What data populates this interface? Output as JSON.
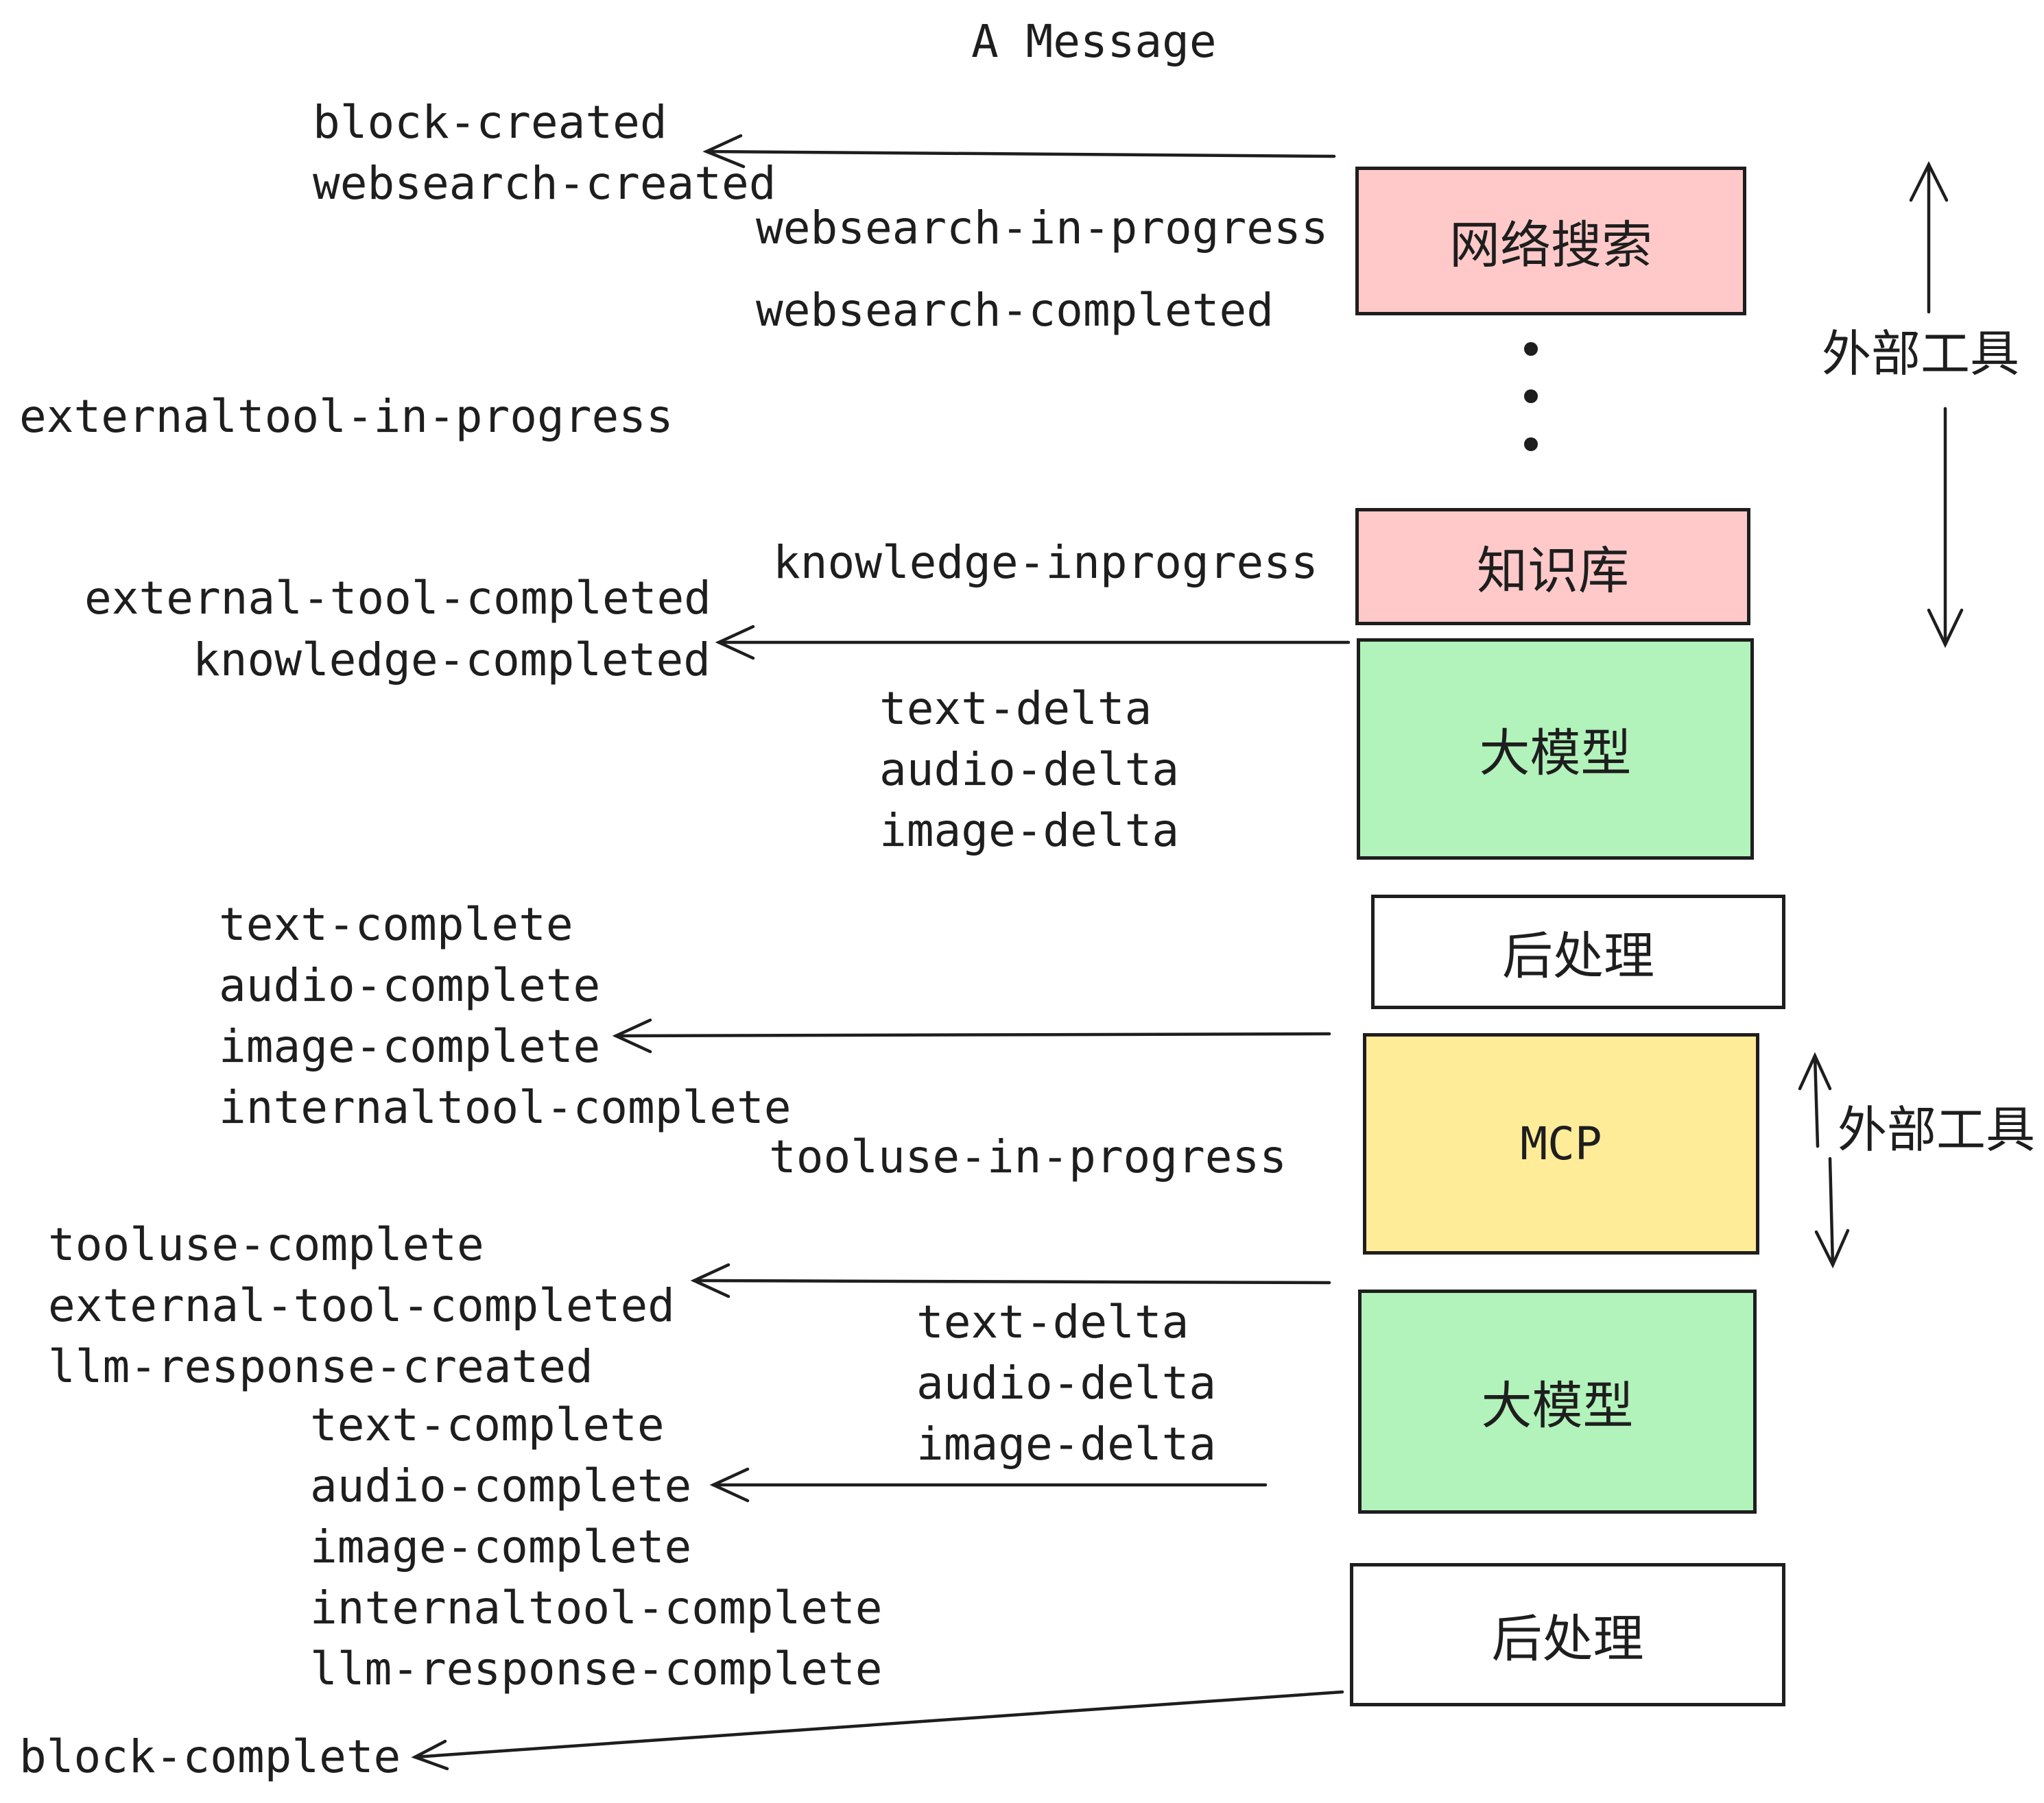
{
  "title": "A Message",
  "events": {
    "block_created": "block-created",
    "websearch_created": "websearch-created",
    "websearch_in_progress": "websearch-in-progress",
    "websearch_completed": "websearch-completed",
    "externaltool_in_progress": "externaltool-in-progress",
    "knowledge_inprogress": "knowledge-inprogress",
    "external_tool_completed": "external-tool-completed",
    "knowledge_completed": "knowledge-completed",
    "text_delta": "text-delta",
    "audio_delta": "audio-delta",
    "image_delta": "image-delta",
    "text_complete": "text-complete",
    "audio_complete": "audio-complete",
    "image_complete": "image-complete",
    "internaltool_complete": "internaltool-complete",
    "tooluse_in_progress": "tooluse-in-progress",
    "tooluse_complete": "tooluse-complete",
    "llm_response_created": "llm-response-created",
    "llm_response_complete": "llm-response-complete",
    "block_complete": "block-complete"
  },
  "boxes": {
    "websearch": {
      "label": "网络搜索",
      "color": "#ffc9c9"
    },
    "knowledge": {
      "label": "知识库",
      "color": "#ffc9c9"
    },
    "llm1": {
      "label": "大模型",
      "color": "#b2f2bb"
    },
    "post1": {
      "label": "后处理",
      "color": "#ffffff"
    },
    "mcp": {
      "label": "MCP",
      "color": "#ffec99"
    },
    "llm2": {
      "label": "大模型",
      "color": "#b2f2bb"
    },
    "post2": {
      "label": "后处理",
      "color": "#ffffff"
    }
  },
  "side_labels": {
    "external_tools_top": "外部工具",
    "external_tools_mcp": "外部工具"
  },
  "colors": {
    "text": "#1e1e1e",
    "line": "#1e1e1e",
    "pink": "#ffc9c9",
    "green": "#b2f2bb",
    "yellow": "#ffec99",
    "white": "#ffffff"
  }
}
